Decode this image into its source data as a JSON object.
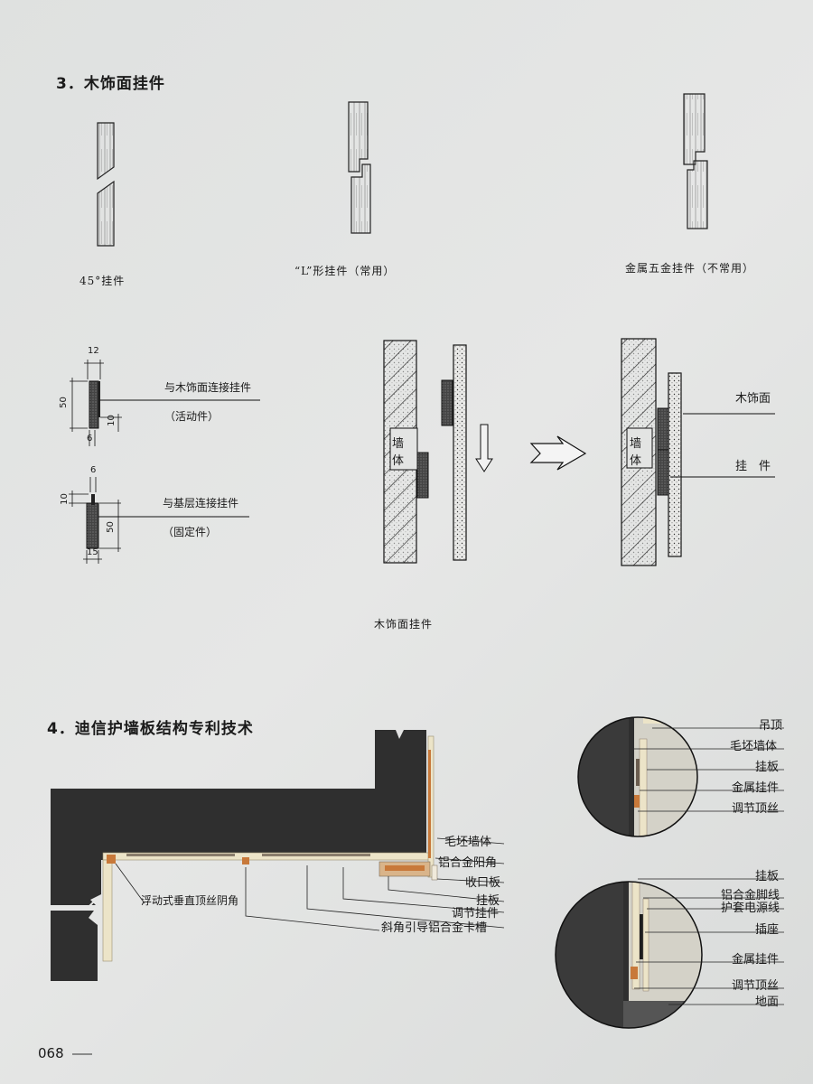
{
  "section3": {
    "title": "3．木饰面挂件",
    "captions": {
      "c45": "45°挂件",
      "cL": "“L”形挂件（常用）",
      "cMetal": "金属五金挂件（不常用）"
    },
    "dims": {
      "d12": "12",
      "d50a": "50",
      "d10a": "10",
      "d6a": "6",
      "d6b": "6",
      "d10b": "10",
      "d50b": "50",
      "d15": "15"
    },
    "labels": {
      "movable": "与木饰面连接挂件",
      "movableNote": "（活动件）",
      "fixed": "与基层连接挂件",
      "fixedNote": "（固定件）",
      "wall1": "墙体",
      "wall2": "墙体",
      "veneer": "木饰面",
      "hanger": "挂　件"
    },
    "caption": "木饰面挂件"
  },
  "section4": {
    "title": "4．迪信护墙板结构专利技术",
    "planLabels": {
      "maopi": "毛坯墙体",
      "lvhejin": "铝合金阳角",
      "shoukou": "收口板",
      "guaban": "挂板",
      "tiaojie": "调节挂件",
      "xiejiao": "斜角引导铝合金卡槽",
      "fudong": "浮动式垂直顶丝阴角"
    },
    "topDetail": [
      "吊顶",
      "毛坯墙体",
      "挂板",
      "金属挂件",
      "调节顶丝"
    ],
    "bottomDetail": [
      "挂板",
      "铝合金脚线",
      "护套电源线",
      "插座",
      "金属挂件",
      "调节顶丝",
      "地面"
    ]
  },
  "page": {
    "number": "068"
  },
  "colors": {
    "wall": "#2f2f2f",
    "ink": "#1a1a1a",
    "accent": "#c8793a"
  }
}
